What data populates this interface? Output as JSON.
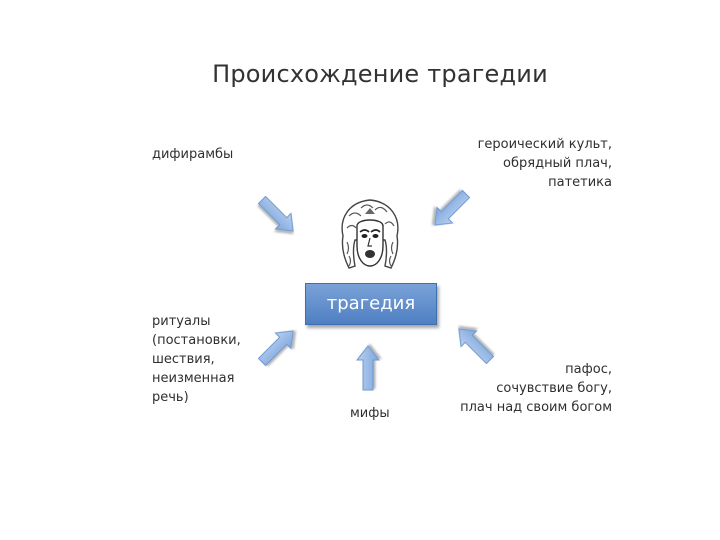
{
  "title": "Происхождение трагедии",
  "center": "трагедия",
  "sources": {
    "top_left": [
      "дифирамбы"
    ],
    "top_right": [
      "героический культ,",
      "обрядный плач,",
      "патетика"
    ],
    "mid_left": [
      "ритуалы",
      "(постановки,",
      "шествия,",
      "неизменная",
      "речь)"
    ],
    "bottom_center": [
      "мифы"
    ],
    "bottom_right": [
      "пафос,",
      "сочувствие богу,",
      "плач над своим богом"
    ]
  },
  "colors": {
    "box_fill": "#5b8acb",
    "arrow_fill": "#9bbce6",
    "arrow_stroke": "#6f97cf"
  },
  "icon": "tragic-mask-icon"
}
